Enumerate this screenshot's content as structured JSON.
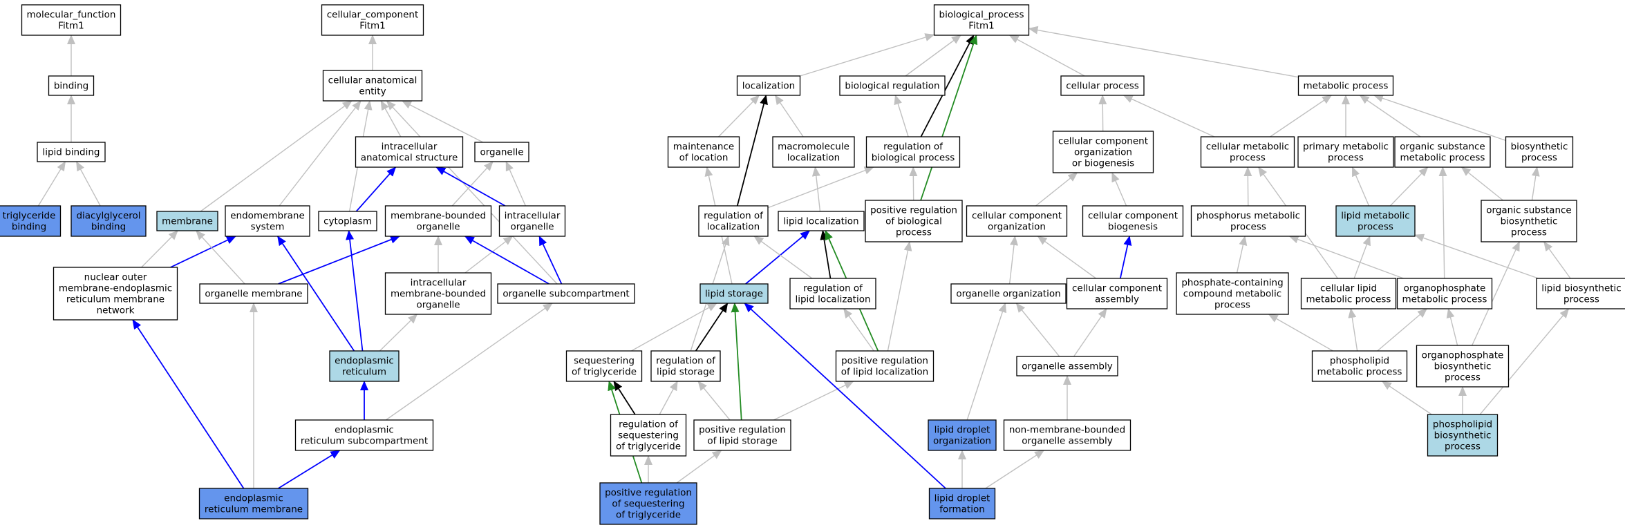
{
  "colors": {
    "plain": "#ffffff",
    "highlight": "#add8e6",
    "selected": "#6495ed",
    "edge_is_a": "#c0c0c0",
    "edge_part_of": "#0000ff",
    "edge_regulates": "#000000",
    "edge_pos_regulates": "#228b22"
  },
  "nodes": [
    {
      "id": "mf",
      "lines": [
        "molecular_function",
        "Fitm1"
      ],
      "fill": "plain"
    },
    {
      "id": "binding",
      "lines": [
        "binding"
      ],
      "fill": "plain"
    },
    {
      "id": "lipidbind",
      "lines": [
        "lipid binding"
      ],
      "fill": "plain"
    },
    {
      "id": "tgbind",
      "lines": [
        "triglyceride",
        "binding"
      ],
      "fill": "selected"
    },
    {
      "id": "dagbind",
      "lines": [
        "diacylglycerol",
        "binding"
      ],
      "fill": "selected"
    },
    {
      "id": "cc",
      "lines": [
        "cellular_component",
        "Fitm1"
      ],
      "fill": "plain"
    },
    {
      "id": "cae",
      "lines": [
        "cellular anatomical",
        "entity"
      ],
      "fill": "plain"
    },
    {
      "id": "ias",
      "lines": [
        "intracellular",
        "anatomical structure"
      ],
      "fill": "plain"
    },
    {
      "id": "organelle",
      "lines": [
        "organelle"
      ],
      "fill": "plain"
    },
    {
      "id": "membrane",
      "lines": [
        "membrane"
      ],
      "fill": "highlight"
    },
    {
      "id": "endomem",
      "lines": [
        "endomembrane",
        "system"
      ],
      "fill": "plain"
    },
    {
      "id": "cytoplasm",
      "lines": [
        "cytoplasm"
      ],
      "fill": "plain"
    },
    {
      "id": "mbo",
      "lines": [
        "membrane-bounded",
        "organelle"
      ],
      "fill": "plain"
    },
    {
      "id": "icorg",
      "lines": [
        "intracellular",
        "organelle"
      ],
      "fill": "plain"
    },
    {
      "id": "nucouter",
      "lines": [
        "nuclear outer",
        "membrane-endoplasmic",
        "reticulum membrane",
        "network"
      ],
      "fill": "plain"
    },
    {
      "id": "orgmem",
      "lines": [
        "organelle membrane"
      ],
      "fill": "plain"
    },
    {
      "id": "imbo",
      "lines": [
        "intracellular",
        "membrane-bounded",
        "organelle"
      ],
      "fill": "plain"
    },
    {
      "id": "orgsub",
      "lines": [
        "organelle subcompartment"
      ],
      "fill": "plain"
    },
    {
      "id": "er",
      "lines": [
        "endoplasmic",
        "reticulum"
      ],
      "fill": "highlight"
    },
    {
      "id": "ersub",
      "lines": [
        "endoplasmic",
        "reticulum subcompartment"
      ],
      "fill": "plain"
    },
    {
      "id": "ermem",
      "lines": [
        "endoplasmic",
        "reticulum membrane"
      ],
      "fill": "selected"
    },
    {
      "id": "bp",
      "lines": [
        "biological_process",
        "Fitm1"
      ],
      "fill": "plain"
    },
    {
      "id": "loc",
      "lines": [
        "localization"
      ],
      "fill": "plain"
    },
    {
      "id": "bioreg",
      "lines": [
        "biological regulation"
      ],
      "fill": "plain"
    },
    {
      "id": "cellproc",
      "lines": [
        "cellular process"
      ],
      "fill": "plain"
    },
    {
      "id": "metab",
      "lines": [
        "metabolic process"
      ],
      "fill": "plain"
    },
    {
      "id": "maintloc",
      "lines": [
        "maintenance",
        "of location"
      ],
      "fill": "plain"
    },
    {
      "id": "macroloc",
      "lines": [
        "macromolecule",
        "localization"
      ],
      "fill": "plain"
    },
    {
      "id": "regbio",
      "lines": [
        "regulation of",
        "biological process"
      ],
      "fill": "plain"
    },
    {
      "id": "ccob",
      "lines": [
        "cellular component",
        "organization",
        "or biogenesis"
      ],
      "fill": "plain"
    },
    {
      "id": "cellmet",
      "lines": [
        "cellular metabolic",
        "process"
      ],
      "fill": "plain"
    },
    {
      "id": "primmet",
      "lines": [
        "primary metabolic",
        "process"
      ],
      "fill": "plain"
    },
    {
      "id": "orgsubmet",
      "lines": [
        "organic substance",
        "metabolic process"
      ],
      "fill": "plain"
    },
    {
      "id": "biosyn",
      "lines": [
        "biosynthetic",
        "process"
      ],
      "fill": "plain"
    },
    {
      "id": "regloc",
      "lines": [
        "regulation of",
        "localization"
      ],
      "fill": "plain"
    },
    {
      "id": "lipidloc",
      "lines": [
        "lipid localization"
      ],
      "fill": "plain"
    },
    {
      "id": "posregbio",
      "lines": [
        "positive regulation",
        "of biological",
        "process"
      ],
      "fill": "plain"
    },
    {
      "id": "ccorg",
      "lines": [
        "cellular component",
        "organization"
      ],
      "fill": "plain"
    },
    {
      "id": "ccbio",
      "lines": [
        "cellular component",
        "biogenesis"
      ],
      "fill": "plain"
    },
    {
      "id": "phosmet",
      "lines": [
        "phosphorus metabolic",
        "process"
      ],
      "fill": "plain"
    },
    {
      "id": "lipidmet",
      "lines": [
        "lipid metabolic",
        "process"
      ],
      "fill": "highlight"
    },
    {
      "id": "orgsubbio",
      "lines": [
        "organic substance",
        "biosynthetic",
        "process"
      ],
      "fill": "plain"
    },
    {
      "id": "lipidstor",
      "lines": [
        "lipid storage"
      ],
      "fill": "highlight"
    },
    {
      "id": "reglipidloc",
      "lines": [
        "regulation of",
        "lipid localization"
      ],
      "fill": "plain"
    },
    {
      "id": "orgorg",
      "lines": [
        "organelle organization"
      ],
      "fill": "plain"
    },
    {
      "id": "ccasm",
      "lines": [
        "cellular component",
        "assembly"
      ],
      "fill": "plain"
    },
    {
      "id": "phoscomp",
      "lines": [
        "phosphate-containing",
        "compound metabolic",
        "process"
      ],
      "fill": "plain"
    },
    {
      "id": "celllipid",
      "lines": [
        "cellular lipid",
        "metabolic process"
      ],
      "fill": "plain"
    },
    {
      "id": "orgphosmet",
      "lines": [
        "organophosphate",
        "metabolic process"
      ],
      "fill": "plain"
    },
    {
      "id": "lipidbio",
      "lines": [
        "lipid biosynthetic",
        "process"
      ],
      "fill": "plain"
    },
    {
      "id": "seqtg",
      "lines": [
        "sequestering",
        "of triglyceride"
      ],
      "fill": "plain"
    },
    {
      "id": "reglipidstor",
      "lines": [
        "regulation of",
        "lipid storage"
      ],
      "fill": "plain"
    },
    {
      "id": "posreglipidloc",
      "lines": [
        "positive regulation",
        "of lipid localization"
      ],
      "fill": "plain"
    },
    {
      "id": "orgasm",
      "lines": [
        "organelle assembly"
      ],
      "fill": "plain"
    },
    {
      "id": "phospholipmet",
      "lines": [
        "phospholipid",
        "metabolic process"
      ],
      "fill": "plain"
    },
    {
      "id": "orgphosbio",
      "lines": [
        "organophosphate",
        "biosynthetic",
        "process"
      ],
      "fill": "plain"
    },
    {
      "id": "regseqtg",
      "lines": [
        "regulation of",
        "sequestering",
        "of triglyceride"
      ],
      "fill": "plain"
    },
    {
      "id": "posreglipidstor",
      "lines": [
        "positive regulation",
        "of lipid storage"
      ],
      "fill": "plain"
    },
    {
      "id": "ldorg",
      "lines": [
        "lipid droplet",
        "organization"
      ],
      "fill": "selected"
    },
    {
      "id": "nonmemasm",
      "lines": [
        "non-membrane-bounded",
        "organelle assembly"
      ],
      "fill": "plain"
    },
    {
      "id": "phospholipbio",
      "lines": [
        "phospholipid",
        "biosynthetic",
        "process"
      ],
      "fill": "highlight"
    },
    {
      "id": "posregseqtg",
      "lines": [
        "positive regulation",
        "of sequestering",
        "of triglyceride"
      ],
      "fill": "selected"
    },
    {
      "id": "ldform",
      "lines": [
        "lipid droplet",
        "formation"
      ],
      "fill": "selected"
    }
  ],
  "edges": [
    {
      "from": "binding",
      "to": "mf",
      "type": "is_a"
    },
    {
      "from": "lipidbind",
      "to": "binding",
      "type": "is_a"
    },
    {
      "from": "tgbind",
      "to": "lipidbind",
      "type": "is_a"
    },
    {
      "from": "dagbind",
      "to": "lipidbind",
      "type": "is_a"
    },
    {
      "from": "cae",
      "to": "cc",
      "type": "is_a"
    },
    {
      "from": "ias",
      "to": "cae",
      "type": "is_a"
    },
    {
      "from": "organelle",
      "to": "cae",
      "type": "is_a"
    },
    {
      "from": "membrane",
      "to": "cae",
      "type": "is_a"
    },
    {
      "from": "endomem",
      "to": "cae",
      "type": "is_a"
    },
    {
      "from": "cytoplasm",
      "to": "cae",
      "type": "is_a"
    },
    {
      "from": "orgsub",
      "to": "cae",
      "type": "is_a"
    },
    {
      "from": "cytoplasm",
      "to": "ias",
      "type": "part_of"
    },
    {
      "from": "mbo",
      "to": "organelle",
      "type": "is_a"
    },
    {
      "from": "icorg",
      "to": "organelle",
      "type": "is_a"
    },
    {
      "from": "icorg",
      "to": "ias",
      "type": "part_of"
    },
    {
      "from": "nucouter",
      "to": "membrane",
      "type": "is_a"
    },
    {
      "from": "nucouter",
      "to": "endomem",
      "type": "part_of"
    },
    {
      "from": "orgmem",
      "to": "membrane",
      "type": "is_a"
    },
    {
      "from": "orgmem",
      "to": "mbo",
      "type": "part_of"
    },
    {
      "from": "imbo",
      "to": "mbo",
      "type": "is_a"
    },
    {
      "from": "imbo",
      "to": "icorg",
      "type": "is_a"
    },
    {
      "from": "orgsub",
      "to": "mbo",
      "type": "part_of"
    },
    {
      "from": "orgsub",
      "to": "icorg",
      "type": "part_of"
    },
    {
      "from": "er",
      "to": "imbo",
      "type": "is_a"
    },
    {
      "from": "er",
      "to": "endomem",
      "type": "part_of"
    },
    {
      "from": "er",
      "to": "cytoplasm",
      "type": "part_of"
    },
    {
      "from": "ersub",
      "to": "er",
      "type": "part_of"
    },
    {
      "from": "ersub",
      "to": "orgsub",
      "type": "is_a"
    },
    {
      "from": "ermem",
      "to": "ersub",
      "type": "part_of"
    },
    {
      "from": "ermem",
      "to": "nucouter",
      "type": "part_of"
    },
    {
      "from": "ermem",
      "to": "orgmem",
      "type": "is_a"
    },
    {
      "from": "loc",
      "to": "bp",
      "type": "is_a"
    },
    {
      "from": "bioreg",
      "to": "bp",
      "type": "is_a"
    },
    {
      "from": "cellproc",
      "to": "bp",
      "type": "is_a"
    },
    {
      "from": "metab",
      "to": "bp",
      "type": "is_a"
    },
    {
      "from": "regbio",
      "to": "bp",
      "type": "regulates"
    },
    {
      "from": "posregbio",
      "to": "bp",
      "type": "positively_regulates"
    },
    {
      "from": "maintloc",
      "to": "loc",
      "type": "is_a"
    },
    {
      "from": "macroloc",
      "to": "loc",
      "type": "is_a"
    },
    {
      "from": "regloc",
      "to": "loc",
      "type": "regulates"
    },
    {
      "from": "regbio",
      "to": "bioreg",
      "type": "is_a"
    },
    {
      "from": "ccob",
      "to": "cellproc",
      "type": "is_a"
    },
    {
      "from": "cellmet",
      "to": "cellproc",
      "type": "is_a"
    },
    {
      "from": "cellmet",
      "to": "metab",
      "type": "is_a"
    },
    {
      "from": "primmet",
      "to": "metab",
      "type": "is_a"
    },
    {
      "from": "orgsubmet",
      "to": "metab",
      "type": "is_a"
    },
    {
      "from": "biosyn",
      "to": "metab",
      "type": "is_a"
    },
    {
      "from": "regloc",
      "to": "regbio",
      "type": "is_a"
    },
    {
      "from": "lipidloc",
      "to": "macroloc",
      "type": "is_a"
    },
    {
      "from": "posregbio",
      "to": "regbio",
      "type": "is_a"
    },
    {
      "from": "ccorg",
      "to": "ccob",
      "type": "is_a"
    },
    {
      "from": "ccbio",
      "to": "ccob",
      "type": "is_a"
    },
    {
      "from": "phosmet",
      "to": "cellmet",
      "type": "is_a"
    },
    {
      "from": "lipidmet",
      "to": "primmet",
      "type": "is_a"
    },
    {
      "from": "lipidmet",
      "to": "orgsubmet",
      "type": "is_a"
    },
    {
      "from": "orgsubbio",
      "to": "orgsubmet",
      "type": "is_a"
    },
    {
      "from": "orgsubbio",
      "to": "biosyn",
      "type": "is_a"
    },
    {
      "from": "lipidstor",
      "to": "lipidloc",
      "type": "part_of"
    },
    {
      "from": "reglipidloc",
      "to": "regloc",
      "type": "is_a"
    },
    {
      "from": "reglipidloc",
      "to": "lipidloc",
      "type": "regulates"
    },
    {
      "from": "posreglipidloc",
      "to": "lipidloc",
      "type": "positively_regulates"
    },
    {
      "from": "posreglipidloc",
      "to": "posregbio",
      "type": "is_a"
    },
    {
      "from": "orgorg",
      "to": "ccorg",
      "type": "is_a"
    },
    {
      "from": "ccasm",
      "to": "ccorg",
      "type": "is_a"
    },
    {
      "from": "ccasm",
      "to": "ccbio",
      "type": "part_of"
    },
    {
      "from": "phoscomp",
      "to": "phosmet",
      "type": "is_a"
    },
    {
      "from": "celllipid",
      "to": "cellmet",
      "type": "is_a"
    },
    {
      "from": "celllipid",
      "to": "lipidmet",
      "type": "is_a"
    },
    {
      "from": "orgphosmet",
      "to": "phosmet",
      "type": "is_a"
    },
    {
      "from": "orgphosmet",
      "to": "orgsubmet",
      "type": "is_a"
    },
    {
      "from": "lipidbio",
      "to": "lipidmet",
      "type": "is_a"
    },
    {
      "from": "lipidbio",
      "to": "orgsubbio",
      "type": "is_a"
    },
    {
      "from": "lipidstor",
      "to": "maintloc",
      "type": "is_a"
    },
    {
      "from": "seqtg",
      "to": "lipidstor",
      "type": "is_a"
    },
    {
      "from": "reglipidstor",
      "to": "lipidstor",
      "type": "regulates"
    },
    {
      "from": "reglipidstor",
      "to": "regloc",
      "type": "is_a"
    },
    {
      "from": "posreglipidloc",
      "to": "reglipidloc",
      "type": "is_a"
    },
    {
      "from": "orgasm",
      "to": "orgorg",
      "type": "is_a"
    },
    {
      "from": "orgasm",
      "to": "ccasm",
      "type": "is_a"
    },
    {
      "from": "phospholipmet",
      "to": "phoscomp",
      "type": "is_a"
    },
    {
      "from": "phospholipmet",
      "to": "celllipid",
      "type": "is_a"
    },
    {
      "from": "phospholipmet",
      "to": "orgphosmet",
      "type": "is_a"
    },
    {
      "from": "orgphosbio",
      "to": "orgphosmet",
      "type": "is_a"
    },
    {
      "from": "orgphosbio",
      "to": "orgsubbio",
      "type": "is_a"
    },
    {
      "from": "regseqtg",
      "to": "seqtg",
      "type": "regulates"
    },
    {
      "from": "regseqtg",
      "to": "reglipidstor",
      "type": "is_a"
    },
    {
      "from": "posreglipidstor",
      "to": "reglipidstor",
      "type": "is_a"
    },
    {
      "from": "posreglipidstor",
      "to": "lipidstor",
      "type": "positively_regulates"
    },
    {
      "from": "posreglipidstor",
      "to": "posreglipidloc",
      "type": "is_a"
    },
    {
      "from": "ldorg",
      "to": "orgorg",
      "type": "is_a"
    },
    {
      "from": "nonmemasm",
      "to": "orgasm",
      "type": "is_a"
    },
    {
      "from": "phospholipbio",
      "to": "phospholipmet",
      "type": "is_a"
    },
    {
      "from": "phospholipbio",
      "to": "orgphosbio",
      "type": "is_a"
    },
    {
      "from": "phospholipbio",
      "to": "lipidbio",
      "type": "is_a"
    },
    {
      "from": "posregseqtg",
      "to": "regseqtg",
      "type": "is_a"
    },
    {
      "from": "posregseqtg",
      "to": "posreglipidstor",
      "type": "is_a"
    },
    {
      "from": "posregseqtg",
      "to": "seqtg",
      "type": "positively_regulates"
    },
    {
      "from": "ldform",
      "to": "ldorg",
      "type": "is_a"
    },
    {
      "from": "ldform",
      "to": "nonmemasm",
      "type": "is_a"
    },
    {
      "from": "ldform",
      "to": "lipidstor",
      "type": "part_of"
    }
  ]
}
